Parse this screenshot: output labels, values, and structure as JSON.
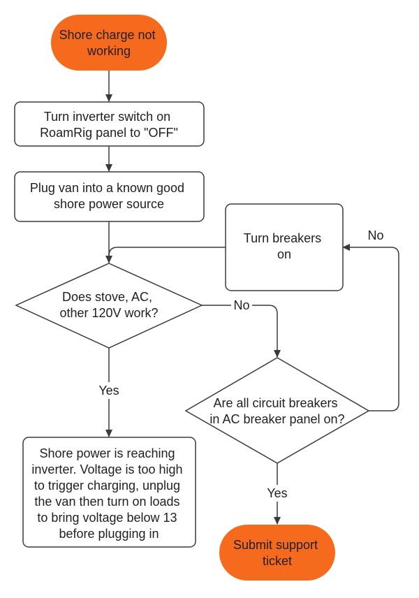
{
  "colors": {
    "terminal_fill": "#f66a1d",
    "process_fill": "#ffffff",
    "stroke": "#3a3a3a",
    "text": "#1f1f1f"
  },
  "nodes": {
    "start": {
      "lines": [
        "Shore charge not",
        "working"
      ]
    },
    "step_inverter_off": {
      "lines": [
        "Turn inverter switch on",
        "RoamRig panel to \"OFF\""
      ]
    },
    "step_plug_in": {
      "lines": [
        "Plug van into a known good",
        "shore power source"
      ]
    },
    "decision_120v": {
      "lines": [
        "Does stove, AC,",
        "other 120V work?"
      ]
    },
    "step_breakers_on": {
      "lines": [
        "Turn breakers",
        "on"
      ]
    },
    "decision_breakers": {
      "lines": [
        "Are all circuit breakers",
        "in AC breaker panel on?"
      ]
    },
    "result_voltage_high": {
      "lines": [
        "Shore power is reaching",
        "inverter. Voltage is too high",
        "to trigger charging, unplug",
        "the van then turn on loads",
        "to bring voltage below 13",
        "before plugging in"
      ]
    },
    "end_support": {
      "lines": [
        "Submit support",
        "ticket"
      ]
    }
  },
  "edges": {
    "no_1": "No",
    "no_2": "No",
    "yes_1": "Yes",
    "yes_2": "Yes"
  }
}
